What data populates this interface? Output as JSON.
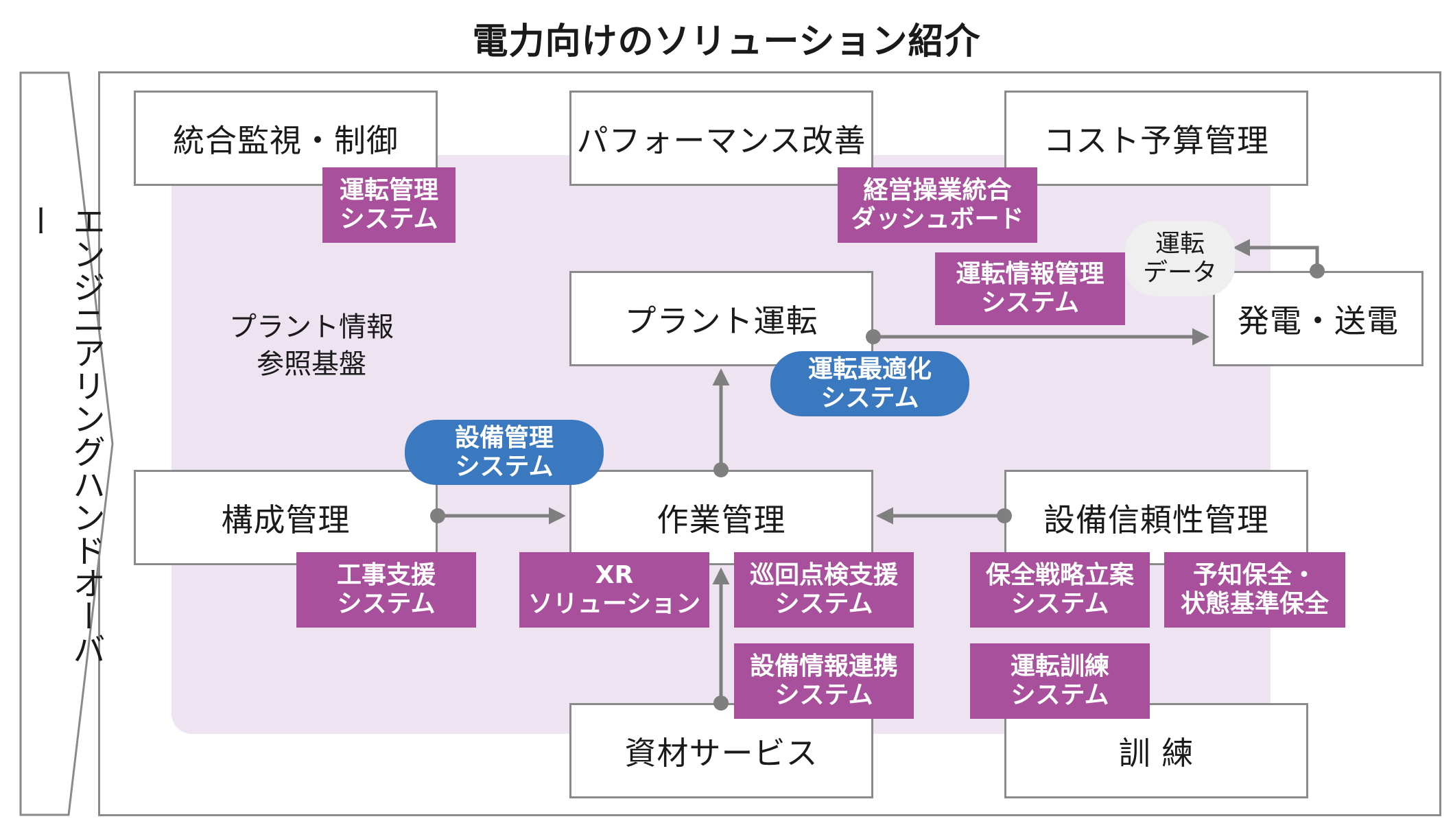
{
  "title": "電力向けのソリューション紹介",
  "side_label": "エンジニアリングハンドオーバー",
  "platform_label": [
    "プラント情報",
    "参照基盤"
  ],
  "boxes": {
    "integrated_monitoring": "統合監視・制御",
    "performance": "パフォーマンス改善",
    "cost_budget": "コスト予算管理",
    "plant_operation": "プラント運転",
    "generation_transmission": "発電・送電",
    "configuration": "構成管理",
    "work_management": "作業管理",
    "equipment_reliability": "設備信頼性管理",
    "materials_service": "資材サービス",
    "training": "訓 練"
  },
  "tags": {
    "operation_mgmt": [
      "運転管理",
      "システム"
    ],
    "business_dashboard": [
      "経営操業統合",
      "ダッシュボード"
    ],
    "operation_info": [
      "運転情報管理",
      "システム"
    ],
    "construction_support": [
      "工事支援",
      "システム"
    ],
    "xr": [
      "XR",
      "ソリューション"
    ],
    "patrol_inspection": [
      "巡回点検支援",
      "システム"
    ],
    "maintenance_strategy": [
      "保全戦略立案",
      "システム"
    ],
    "predictive_maintenance": [
      "予知保全・",
      "状態基準保全"
    ],
    "equipment_info_link": [
      "設備情報連携",
      "システム"
    ],
    "operation_training": [
      "運転訓練",
      "システム"
    ]
  },
  "pills": {
    "operation_optimization": [
      "運転最適化",
      "システム"
    ],
    "equipment_mgmt": [
      "設備管理",
      "システム"
    ]
  },
  "callout": [
    "運転",
    "データ"
  ],
  "colors": {
    "tag": "#a9509d",
    "pill": "#3a79bf",
    "platform": "#ede3f1",
    "line": "#7f7f7f"
  }
}
